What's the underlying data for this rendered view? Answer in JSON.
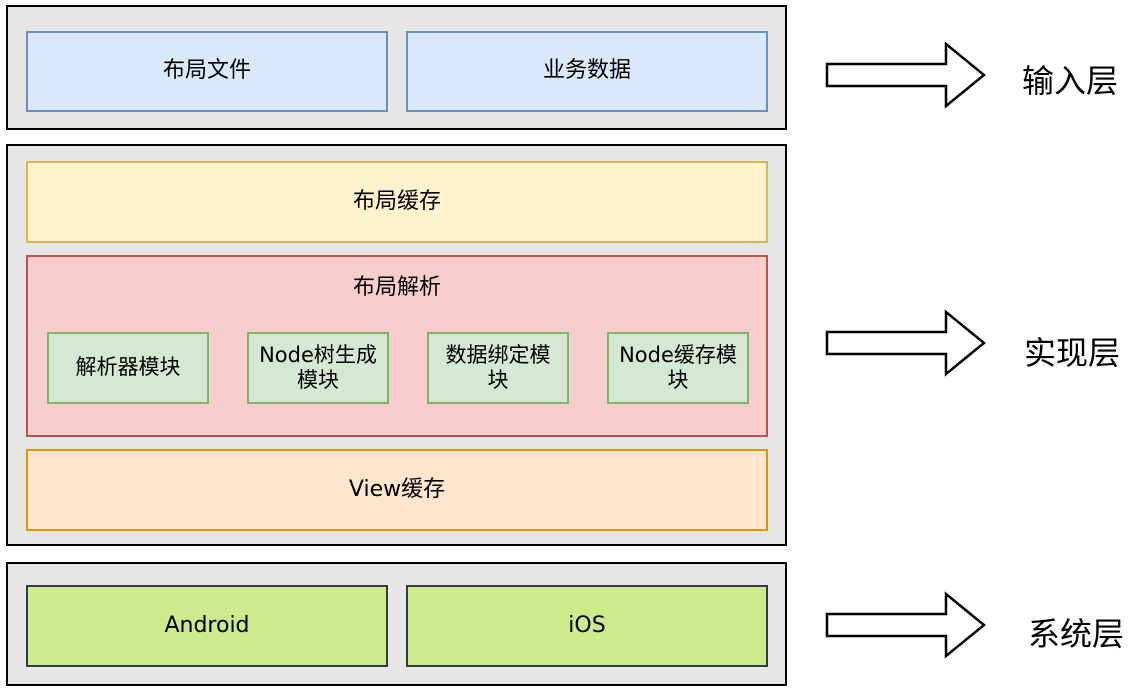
{
  "input_layer": {
    "label": "输入层",
    "boxes": [
      "布局文件",
      "业务数据"
    ]
  },
  "impl_layer": {
    "label": "实现层",
    "layout_cache": "布局缓存",
    "layout_parse": {
      "title": "布局解析",
      "modules": [
        "解析器模块",
        "Node树生成\n模块",
        "数据绑定模\n块",
        "Node缓存模\n块"
      ]
    },
    "view_cache": "View缓存"
  },
  "system_layer": {
    "label": "系统层",
    "boxes": [
      "Android",
      "iOS"
    ]
  },
  "colors": {
    "layer_bg": "#e6e6e6",
    "blue": "#dae8fc",
    "yellow": "#fff2cc",
    "red": "#f8cecc",
    "orange": "#ffe6cc",
    "green": "#d5e8d4",
    "lime": "#cdeb8b"
  },
  "icons": [
    "arrow-right-icon"
  ]
}
